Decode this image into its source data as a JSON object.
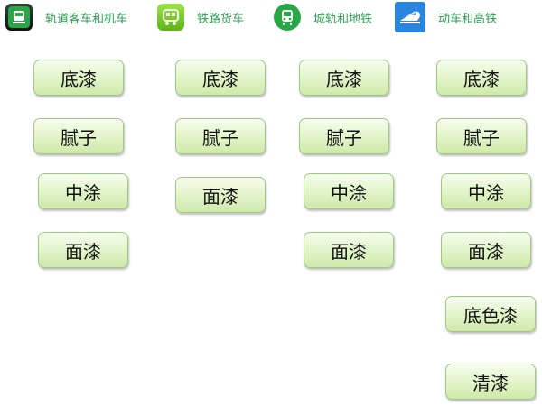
{
  "categories": [
    {
      "label": "轨道客车和机车",
      "icon": "green-app-icon"
    },
    {
      "label": "铁路货车",
      "icon": "freight-car-icon"
    },
    {
      "label": "城轨和地铁",
      "icon": "metro-train-icon"
    },
    {
      "label": "动车和高铁",
      "icon": "high-speed-train-icon"
    }
  ],
  "columns": [
    {
      "steps": [
        "底漆",
        "腻子",
        "中涂",
        "面漆"
      ]
    },
    {
      "steps": [
        "底漆",
        "腻子",
        "面漆"
      ]
    },
    {
      "steps": [
        "底漆",
        "腻子",
        "中涂",
        "面漆"
      ]
    },
    {
      "steps": [
        "底漆",
        "腻子",
        "中涂",
        "面漆",
        "底色漆",
        "清漆"
      ]
    }
  ],
  "colors": {
    "label_text": "#2f9e54",
    "button_fill_top": "#f7fcee",
    "button_fill_bottom": "#cfe9ab",
    "button_border": "#9ec983",
    "icon_green": "#27a845",
    "icon_lime": "#6ac51f",
    "icon_blue": "#2a85e0"
  }
}
